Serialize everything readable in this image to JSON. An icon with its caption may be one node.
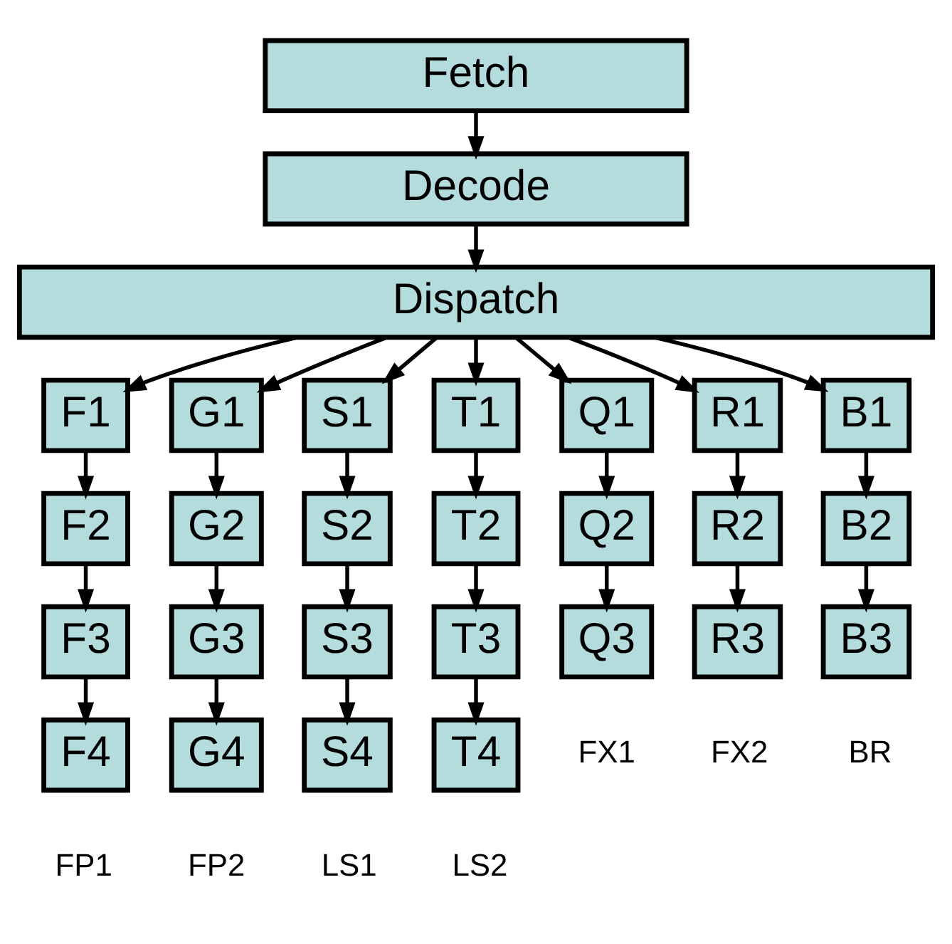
{
  "diagram": {
    "nodes": [
      {
        "text": [
          "Fetch"
        ]
      },
      {
        "text": [
          "Decode"
        ]
      },
      {
        "text": [
          "Dispatch"
        ]
      },
      {
        "text": [
          "F1"
        ]
      },
      {
        "text": [
          "G1"
        ]
      },
      {
        "text": [
          "S1"
        ]
      },
      {
        "text": [
          "T1"
        ]
      },
      {
        "text": [
          "Q1"
        ]
      },
      {
        "text": [
          "R1"
        ]
      },
      {
        "text": [
          "B1"
        ]
      },
      {
        "text": [
          "F2"
        ]
      },
      {
        "text": [
          "G2"
        ]
      },
      {
        "text": [
          "S2"
        ]
      },
      {
        "text": [
          "T2"
        ]
      },
      {
        "text": [
          "Q2"
        ]
      },
      {
        "text": [
          "R2"
        ]
      },
      {
        "text": [
          "B2"
        ]
      },
      {
        "text": [
          "F3"
        ]
      },
      {
        "text": [
          "G3"
        ]
      },
      {
        "text": [
          "S3"
        ]
      },
      {
        "text": [
          "T3"
        ]
      },
      {
        "text": [
          "Q3"
        ],
        "beside": [
          "FX1"
        ]
      },
      {
        "text": [
          "R3"
        ],
        "beside": [
          "FX2"
        ]
      },
      {
        "text": [
          "B3"
        ],
        "beside": [
          "BR"
        ]
      },
      {
        "text": [
          "F4"
        ],
        "beside": [
          "FP1"
        ]
      },
      {
        "text": [
          "G4"
        ],
        "beside": [
          "FP2"
        ]
      },
      {
        "text": [
          "S4"
        ],
        "beside": [
          "LS1"
        ]
      },
      {
        "text": [
          "T4"
        ],
        "beside": [
          "LS2"
        ]
      }
    ],
    "edges": [
      {
        "from": 0,
        "to": 1,
        "arrow": "to"
      },
      {
        "from": 1,
        "to": 2,
        "arrow": "to"
      },
      {
        "from": 2,
        "to": 3,
        "arrow": "to"
      },
      {
        "from": 2,
        "to": 4,
        "arrow": "to"
      },
      {
        "from": 2,
        "to": 5,
        "arrow": "to"
      },
      {
        "from": 2,
        "to": 6,
        "arrow": "to"
      },
      {
        "from": 2,
        "to": 7,
        "arrow": "to"
      },
      {
        "from": 2,
        "to": 8,
        "arrow": "to"
      },
      {
        "from": 2,
        "to": 9,
        "arrow": "to"
      },
      {
        "from": 3,
        "to": 10,
        "arrow": "to"
      },
      {
        "from": 10,
        "to": 17,
        "arrow": "to"
      },
      {
        "from": 17,
        "to": 24,
        "arrow": "to"
      },
      {
        "from": 4,
        "to": 11,
        "arrow": "to"
      },
      {
        "from": 11,
        "to": 18,
        "arrow": "to"
      },
      {
        "from": 18,
        "to": 25,
        "arrow": "to"
      },
      {
        "from": 5,
        "to": 12,
        "arrow": "to"
      },
      {
        "from": 12,
        "to": 19,
        "arrow": "to"
      },
      {
        "from": 19,
        "to": 26,
        "arrow": "to"
      },
      {
        "from": 6,
        "to": 13,
        "arrow": "to"
      },
      {
        "from": 13,
        "to": 20,
        "arrow": "to"
      },
      {
        "from": 20,
        "to": 27,
        "arrow": "to"
      },
      {
        "from": 7,
        "to": 14,
        "arrow": "to"
      },
      {
        "from": 14,
        "to": 21,
        "arrow": "to"
      },
      {
        "from": 8,
        "to": 15,
        "arrow": "to"
      },
      {
        "from": 15,
        "to": 22,
        "arrow": "to"
      },
      {
        "from": 9,
        "to": 16,
        "arrow": "to"
      },
      {
        "from": 16,
        "to": 23,
        "arrow": "to"
      }
    ]
  }
}
